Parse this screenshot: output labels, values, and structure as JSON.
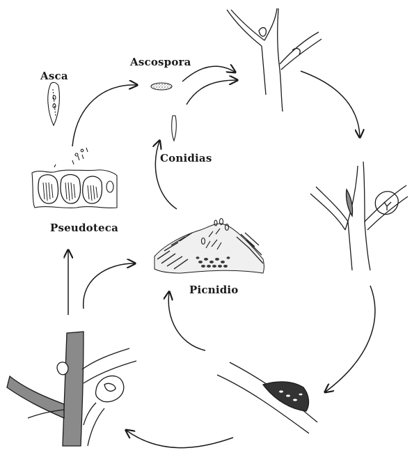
{
  "labels": {
    "asca": "Asca",
    "ascospora": "Ascospora",
    "conidias": "Conidias",
    "pseudoteca": "Pseudoteca",
    "picnidio": "Picnidio"
  },
  "colors": {
    "ink": "#1a1a1a",
    "lesion": "#8a8a8a",
    "spore_dark": "#333333"
  }
}
